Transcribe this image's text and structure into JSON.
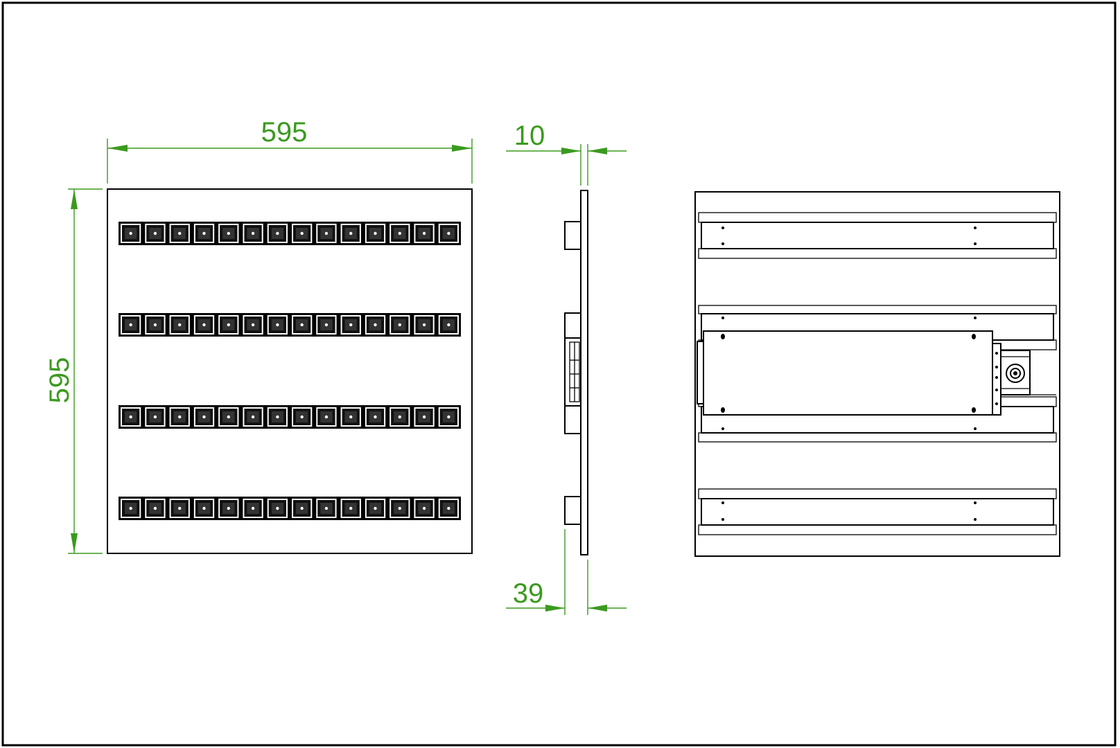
{
  "dimensions": {
    "front_width": "595",
    "front_height": "595",
    "side_thickness": "10",
    "side_depth": "39"
  },
  "front_view": {
    "louver_rows": 4,
    "cells_per_row": 14
  },
  "colors": {
    "dimension": "#3a9a1e",
    "outline": "#000000",
    "background": "#ffffff"
  }
}
